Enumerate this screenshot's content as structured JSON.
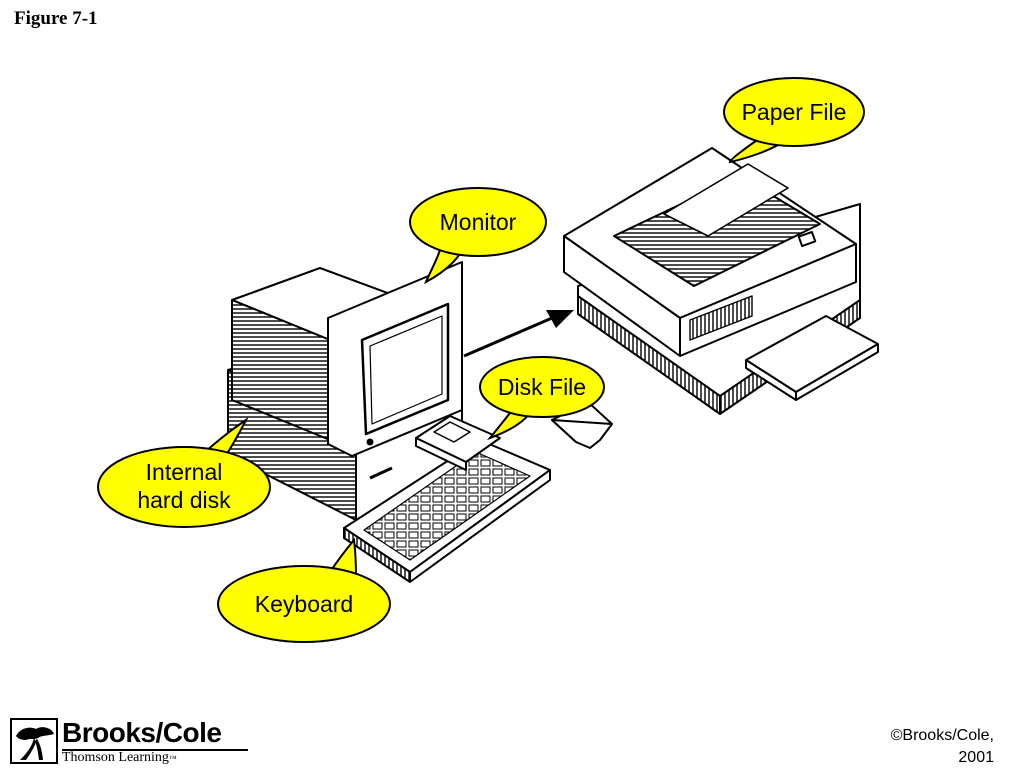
{
  "figure": {
    "title": "Figure 7-1"
  },
  "callouts": {
    "paper_file": "Paper File",
    "monitor": "Monitor",
    "disk_file": "Disk File",
    "internal_hard_disk_line1": "Internal",
    "internal_hard_disk_line2": "hard disk",
    "keyboard": "Keyboard"
  },
  "colors": {
    "callout_fill": "#ffff00",
    "line": "#000000",
    "device_fill": "#ffffff"
  },
  "footer": {
    "logo_name": "Brooks/Cole",
    "logo_sub": "Thomson Learning",
    "logo_mark": "™",
    "copyright_line1": "©Brooks/Cole,",
    "copyright_line2": "2001"
  }
}
